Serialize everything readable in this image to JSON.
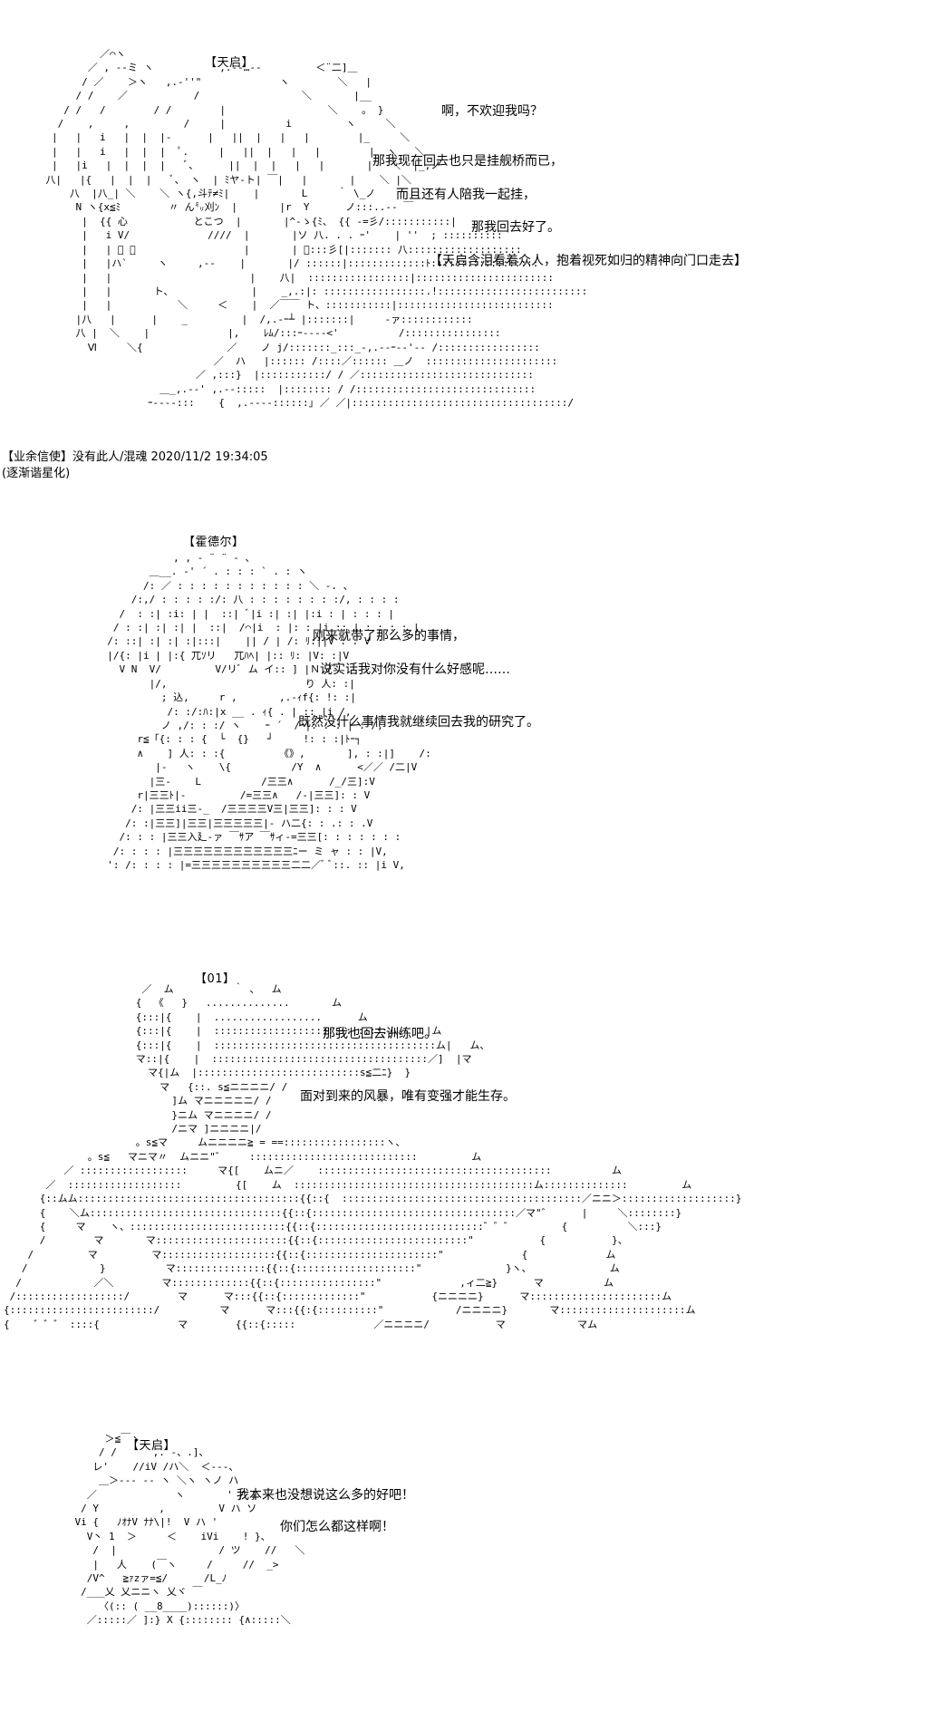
{
  "panel1": {
    "speaker": "【天启】",
    "lines": [
      "啊，不欢迎我吗？",
      "那我现在回去也只是挂舰桥而已，",
      "而且还有人陪我一起挂，",
      "那我回去好了。",
      "【天启含泪看着众人，抱着视死如归的精神向门口走去】"
    ],
    "post_info": "【业余信使】没有此人/混魂 2020/11/2 19:34:05",
    "post_note": "(逐渐谐星化)"
  },
  "panel2": {
    "speaker": "【霍德尔】",
    "lines": [
      "刚来就带了那么多的事情，",
      "说实话我对你没有什么好感呢……",
      "既然没什么事情我就继续回去我的研究了。"
    ]
  },
  "panel3": {
    "speaker": "【01】",
    "lines": [
      "那我也回去训练吧。",
      "面对到来的风暴，唯有变强才能生存。"
    ]
  },
  "panel4": {
    "speaker": "【天启】",
    "lines": [
      "我本来也没想说这么多的好吧！",
      "你们怎么都这样啊！"
    ]
  }
}
